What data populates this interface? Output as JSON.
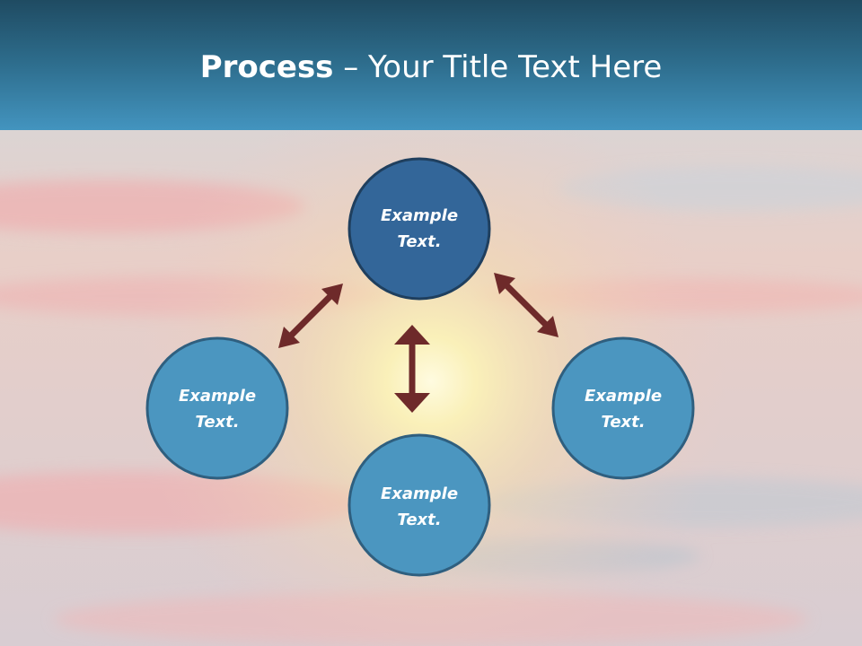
{
  "slide": {
    "title_bold": "Process",
    "title_rest": " – Your Title Text Here"
  },
  "colors": {
    "header_top": "#1f4b62",
    "header_bottom": "#4394bf",
    "center_node_fill": "#336699",
    "outer_node_fill": "#4b96c0",
    "node_stroke": "#1f3f5e",
    "arrow": "#6e2a2a"
  },
  "diagram": {
    "nodes": [
      {
        "id": "top",
        "line1": "Example",
        "line2": "Text.",
        "role": "hub"
      },
      {
        "id": "left",
        "line1": "Example",
        "line2": "Text.",
        "role": "outer"
      },
      {
        "id": "bottom",
        "line1": "Example",
        "line2": "Text.",
        "role": "outer"
      },
      {
        "id": "right",
        "line1": "Example",
        "line2": "Text.",
        "role": "outer"
      }
    ],
    "connectors": [
      {
        "from": "top",
        "to": "left",
        "style": "double-arrow"
      },
      {
        "from": "top",
        "to": "bottom",
        "style": "double-arrow"
      },
      {
        "from": "top",
        "to": "right",
        "style": "double-arrow"
      }
    ]
  }
}
